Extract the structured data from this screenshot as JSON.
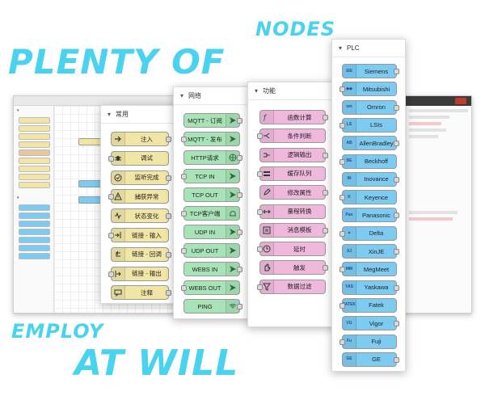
{
  "headline": {
    "nodes": "NODES",
    "plenty_of": "PLENTY OF",
    "employ": "EMPLOY",
    "at_will": "AT WILL"
  },
  "colors": {
    "headline": "#49d3ee",
    "common_node": "#f1e6a6",
    "common_alt": "#e8c79f",
    "network_node": "#a8e3b8",
    "function_node": "#f0b9dc",
    "plc_node": "#7ecbf2"
  },
  "panels": {
    "common": {
      "title": "常用",
      "nodes": [
        {
          "label": "注入",
          "icon": "arrow-right-icon",
          "color": "#f1e6a6"
        },
        {
          "label": "调试",
          "icon": "bug-icon",
          "color": "#f1e6a6"
        },
        {
          "label": "监听完成",
          "icon": "check-circle-icon",
          "color": "#f1e6a6"
        },
        {
          "label": "捕获异常",
          "icon": "warning-icon",
          "color": "#f1e6a6"
        },
        {
          "label": "状态变化",
          "icon": "pulse-icon",
          "color": "#f1e6a6"
        },
        {
          "label": "链接 - 输入",
          "icon": "link-in-icon",
          "color": "#f1e6a6"
        },
        {
          "label": "链接 - 回调",
          "icon": "link-back-icon",
          "color": "#f1e6a6"
        },
        {
          "label": "链接 - 输出",
          "icon": "link-out-icon",
          "color": "#f1e6a6"
        },
        {
          "label": "注释",
          "icon": "comment-icon",
          "color": "#f1e6a6"
        }
      ]
    },
    "network": {
      "title": "网络",
      "nodes": [
        {
          "label": "MQTT - 订阅",
          "icon": "send-icon",
          "color": "#a8e3b8"
        },
        {
          "label": "MQTT - 发布",
          "icon": "send-icon",
          "color": "#a8e3b8"
        },
        {
          "label": "HTTP请求",
          "icon": "globe-icon",
          "color": "#a8e3b8"
        },
        {
          "label": "TCP IN",
          "icon": "send-icon",
          "color": "#a8e3b8"
        },
        {
          "label": "TCP OUT",
          "icon": "send-icon",
          "color": "#a8e3b8"
        },
        {
          "label": "TCP客户端",
          "icon": "bridge-icon",
          "color": "#a8e3b8"
        },
        {
          "label": "UDP IN",
          "icon": "send-icon",
          "color": "#a8e3b8"
        },
        {
          "label": "UDP OUT",
          "icon": "send-icon",
          "color": "#a8e3b8"
        },
        {
          "label": "WEBS IN",
          "icon": "send-icon",
          "color": "#a8e3b8"
        },
        {
          "label": "WEBS OUT",
          "icon": "send-icon",
          "color": "#a8e3b8"
        },
        {
          "label": "PING",
          "icon": "wifi-icon",
          "color": "#a8e3b8"
        }
      ]
    },
    "function": {
      "title": "功能",
      "nodes": [
        {
          "label": "函数计算",
          "icon": "function-icon",
          "color": "#f0b9dc"
        },
        {
          "label": "条件判断",
          "icon": "switch-icon",
          "color": "#f0b9dc"
        },
        {
          "label": "逻辑输出",
          "icon": "logic-icon",
          "color": "#f0b9dc"
        },
        {
          "label": "缓存队列",
          "icon": "queue-icon",
          "color": "#f0b9dc"
        },
        {
          "label": "修改属性",
          "icon": "edit-icon",
          "color": "#f0b9dc"
        },
        {
          "label": "量程转换",
          "icon": "range-icon",
          "color": "#f0b9dc"
        },
        {
          "label": "消息模板",
          "icon": "template-icon",
          "color": "#f0b9dc"
        },
        {
          "label": "延时",
          "icon": "clock-icon",
          "color": "#f0b9dc"
        },
        {
          "label": "触发",
          "icon": "hand-icon",
          "color": "#f0b9dc"
        },
        {
          "label": "数据过滤",
          "icon": "filter-icon",
          "color": "#f0b9dc"
        }
      ]
    },
    "plc": {
      "title": "PLC",
      "nodes": [
        {
          "label": "Siemens",
          "logo": "SIE",
          "color": "#7ecbf2"
        },
        {
          "label": "Mitsubishi",
          "logo": "◆◆",
          "color": "#7ecbf2"
        },
        {
          "label": "Omron",
          "logo": "om",
          "color": "#7ecbf2"
        },
        {
          "label": "LSIs",
          "logo": "LS",
          "color": "#7ecbf2"
        },
        {
          "label": "AllenBradley",
          "logo": "AB",
          "color": "#7ecbf2"
        },
        {
          "label": "Beckhoff",
          "logo": "BE",
          "color": "#7ecbf2"
        },
        {
          "label": "Inovance",
          "logo": "IN",
          "color": "#7ecbf2"
        },
        {
          "label": "Keyence",
          "logo": "K",
          "color": "#7ecbf2"
        },
        {
          "label": "Panasonic",
          "logo": "Pan",
          "color": "#7ecbf2"
        },
        {
          "label": "Delta",
          "logo": "▲",
          "color": "#7ecbf2"
        },
        {
          "label": "XinJE",
          "logo": "XJ",
          "color": "#7ecbf2"
        },
        {
          "label": "MegMeet",
          "logo": "MM",
          "color": "#7ecbf2"
        },
        {
          "label": "Yaskawa",
          "logo": "YAS",
          "color": "#7ecbf2"
        },
        {
          "label": "Fatek",
          "logo": "FATEK",
          "color": "#7ecbf2"
        },
        {
          "label": "Vigor",
          "logo": "VG",
          "color": "#7ecbf2"
        },
        {
          "label": "Fuji",
          "logo": "Fu",
          "color": "#7ecbf2"
        },
        {
          "label": "GE",
          "logo": "GE",
          "color": "#7ecbf2"
        }
      ]
    }
  }
}
